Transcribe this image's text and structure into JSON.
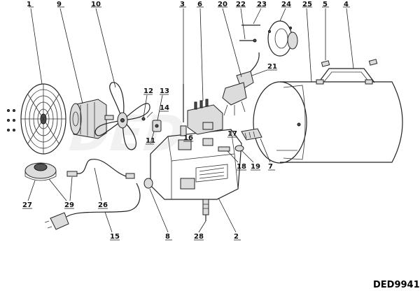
{
  "diagram": {
    "code": "DED9941",
    "watermark": "DED",
    "labels": {
      "p1": "1",
      "p2": "2",
      "p3": "3",
      "p4": "4",
      "p5": "5",
      "p6": "6",
      "p7": "7",
      "p8": "8",
      "p9": "9",
      "p10": "10",
      "p11": "11",
      "p12": "12",
      "p13": "13",
      "p14": "14",
      "p15": "15",
      "p16": "16",
      "p17": "17",
      "p18": "18",
      "p19": "19",
      "p20": "20",
      "p21": "21",
      "p22": "22",
      "p23": "23",
      "p24": "24",
      "p25": "25",
      "p26": "26",
      "p27": "27",
      "p28": "28",
      "p29": "29"
    }
  }
}
